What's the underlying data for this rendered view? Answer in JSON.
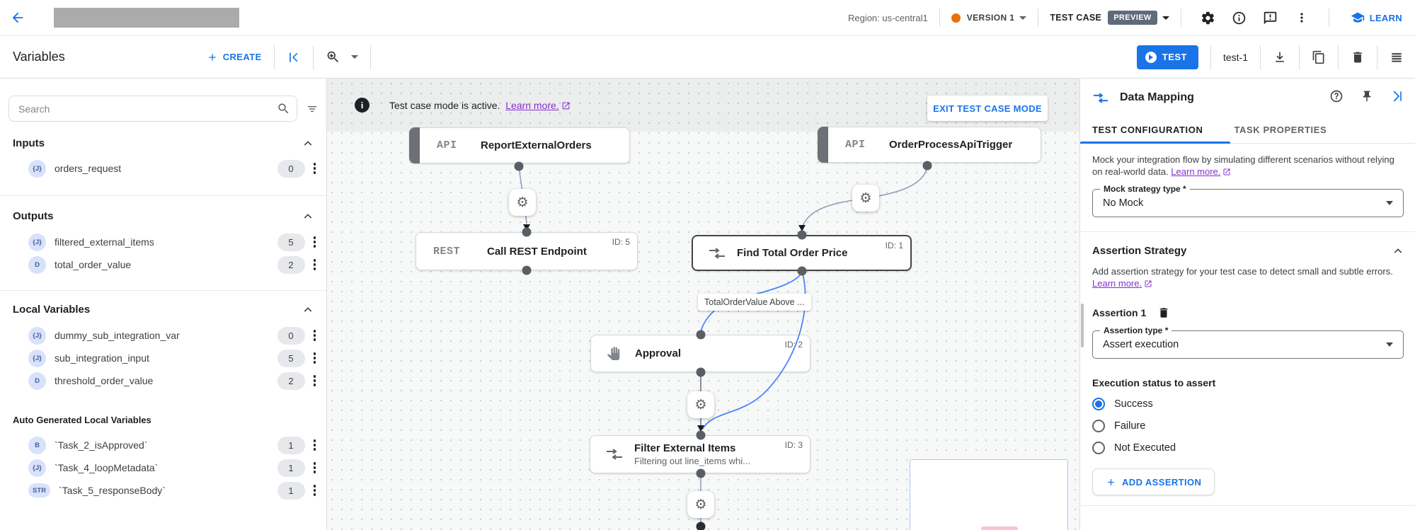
{
  "colors": {
    "accent_blue": "#1a73e8",
    "link_purple": "#8430ce",
    "version_dot": "#e8710a",
    "preview_badge_bg": "#5f6b7a",
    "edge_blue": "#4b86f7"
  },
  "icons": {
    "gear": "⚙"
  },
  "header": {
    "region_label": "Region: us-central1",
    "version_label": "VERSION 1",
    "test_case_label": "TEST CASE",
    "preview_badge": "PREVIEW",
    "learn_label": "LEARN"
  },
  "toolbar": {
    "title": "Variables",
    "create_label": "CREATE",
    "test_button_label": "TEST",
    "test_case_name": "test-1"
  },
  "sidebar": {
    "search_placeholder": "Search",
    "sections": [
      {
        "title": "Inputs",
        "items": [
          {
            "type": "{J}",
            "name": "orders_request",
            "count": "0"
          }
        ]
      },
      {
        "title": "Outputs",
        "items": [
          {
            "type": "{J}",
            "name": "filtered_external_items",
            "count": "5"
          },
          {
            "type": "D",
            "name": "total_order_value",
            "count": "2"
          }
        ]
      },
      {
        "title": "Local Variables",
        "items": [
          {
            "type": "{J}",
            "name": "dummy_sub_integration_var",
            "count": "0"
          },
          {
            "type": "{J}",
            "name": "sub_integration_input",
            "count": "5"
          },
          {
            "type": "D",
            "name": "threshold_order_value",
            "count": "2"
          }
        ]
      },
      {
        "title": "Auto Generated Local Variables",
        "items": [
          {
            "type": "B",
            "name": "`Task_2_isApproved`",
            "count": "1"
          },
          {
            "type": "{J}",
            "name": "`Task_4_loopMetadata`",
            "count": "1"
          },
          {
            "type": "STR",
            "name": "`Task_5_responseBody`",
            "count": "1"
          }
        ]
      }
    ]
  },
  "canvas": {
    "banner": {
      "text": "Test case mode is active.",
      "link": "Learn more.",
      "exit_button": "EXIT TEST CASE MODE"
    },
    "nodes": {
      "report_external_orders": {
        "tag": "API",
        "title": "ReportExternalOrders"
      },
      "order_process_api_trigger": {
        "tag": "API",
        "title": "OrderProcessApiTrigger"
      },
      "call_rest_endpoint": {
        "tag": "REST",
        "title": "Call REST Endpoint",
        "id": "ID: 5"
      },
      "find_total_order_price": {
        "title": "Find Total Order Price",
        "id": "ID: 1"
      },
      "approval": {
        "title": "Approval",
        "id": "ID: 2"
      },
      "filter_external_items": {
        "title": "Filter External Items",
        "subtitle": "Filtering out line_items whi...",
        "id": "ID: 3"
      }
    },
    "edge_label": "TotalOrderValue Above ..."
  },
  "right_panel": {
    "title": "Data Mapping",
    "tabs": [
      {
        "label": "TEST CONFIGURATION"
      },
      {
        "label": "TASK PROPERTIES"
      }
    ],
    "mock": {
      "description": "Mock your integration flow by simulating different scenarios without relying on real-world data.",
      "link": "Learn more.",
      "field_label": "Mock strategy type *",
      "field_value": "No Mock"
    },
    "assertion": {
      "section_title": "Assertion Strategy",
      "description": "Add assertion strategy for your test case to detect small and subtle errors.",
      "link": "Learn more.",
      "item_title": "Assertion 1",
      "type_label": "Assertion type *",
      "type_value": "Assert execution",
      "status_label": "Execution status to assert",
      "options": [
        "Success",
        "Failure",
        "Not Executed"
      ],
      "selected_option": "Success",
      "add_button": "ADD ASSERTION"
    }
  }
}
